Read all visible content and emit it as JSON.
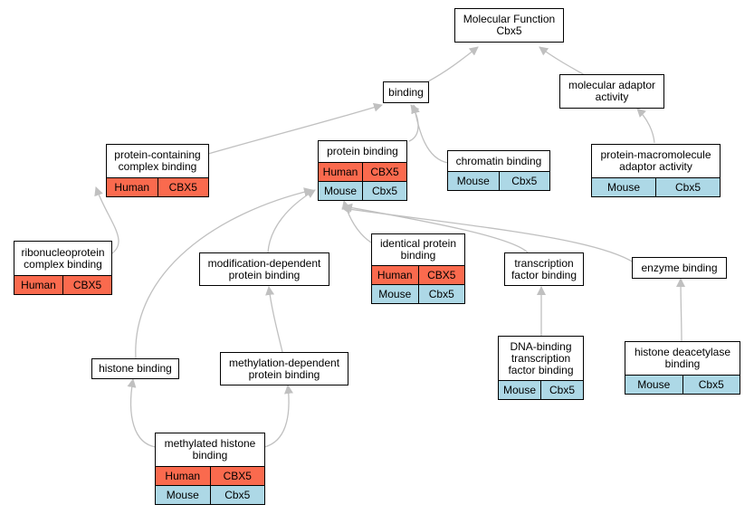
{
  "colors": {
    "human": "#fa6a4e",
    "mouse": "#add8e6",
    "edge": "#c0c0c0"
  },
  "nodes": {
    "mf": {
      "lines": [
        "Molecular Function",
        "Cbx5"
      ]
    },
    "bind": {
      "lines": [
        "binding"
      ]
    },
    "mad": {
      "lines": [
        "molecular adaptor",
        "activity"
      ]
    },
    "pcc": {
      "lines": [
        "protein-containing",
        "complex binding"
      ],
      "human": [
        "Human",
        "CBX5"
      ]
    },
    "pb": {
      "lines": [
        "protein binding"
      ],
      "human": [
        "Human",
        "CBX5"
      ],
      "mouse": [
        "Mouse",
        "Cbx5"
      ]
    },
    "chr": {
      "lines": [
        "chromatin binding"
      ],
      "mouse": [
        "Mouse",
        "Cbx5"
      ]
    },
    "pma": {
      "lines": [
        "protein-macromolecule",
        "adaptor activity"
      ],
      "mouse": [
        "Mouse",
        "Cbx5"
      ]
    },
    "rnp": {
      "lines": [
        "ribonucleoprotein",
        "complex binding"
      ],
      "human": [
        "Human",
        "CBX5"
      ]
    },
    "mod": {
      "lines": [
        "modification-dependent",
        "protein binding"
      ]
    },
    "idp": {
      "lines": [
        "identical protein",
        "binding"
      ],
      "human": [
        "Human",
        "CBX5"
      ],
      "mouse": [
        "Mouse",
        "Cbx5"
      ]
    },
    "tfb": {
      "lines": [
        "transcription",
        "factor binding"
      ]
    },
    "enz": {
      "lines": [
        "enzyme binding"
      ]
    },
    "his": {
      "lines": [
        "histone binding"
      ]
    },
    "met": {
      "lines": [
        "methylation-dependent",
        "protein binding"
      ]
    },
    "dna": {
      "lines": [
        "DNA-binding",
        "transcription",
        "factor binding"
      ],
      "mouse": [
        "Mouse",
        "Cbx5"
      ]
    },
    "hda": {
      "lines": [
        "histone deacetylase",
        "binding"
      ],
      "mouse": [
        "Mouse",
        "Cbx5"
      ]
    },
    "mhb": {
      "lines": [
        "methylated histone",
        "binding"
      ],
      "human": [
        "Human",
        "CBX5"
      ],
      "mouse": [
        "Mouse",
        "Cbx5"
      ]
    }
  }
}
